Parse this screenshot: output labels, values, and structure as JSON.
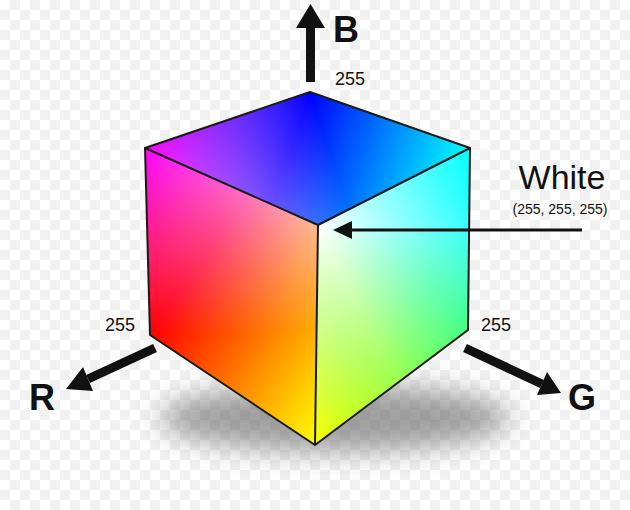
{
  "diagram": {
    "labels": [
      "B",
      "255",
      "White",
      "(255, 255, 255)",
      "255",
      "R",
      "255",
      "G"
    ]
  }
}
